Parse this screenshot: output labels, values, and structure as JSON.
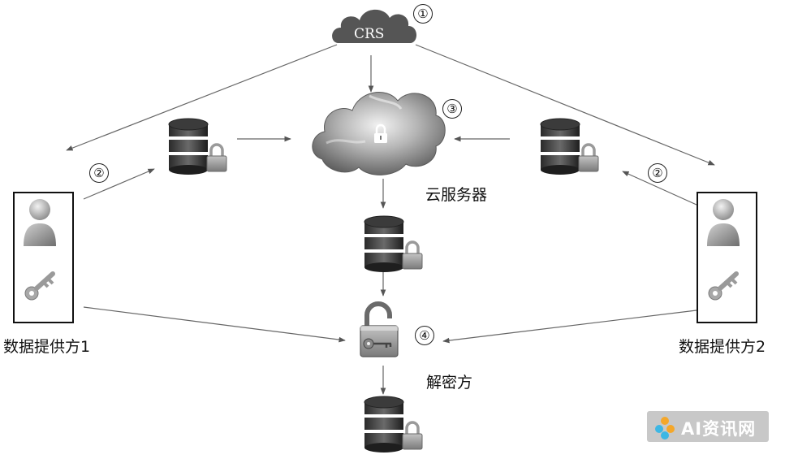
{
  "labels": {
    "crs": "CRS",
    "cloud_server": "云服务器",
    "provider1": "数据提供方1",
    "provider2": "数据提供方2",
    "decryptor": "解密方"
  },
  "steps": {
    "s1": "①",
    "s2_left": "②",
    "s2_right": "②",
    "s3": "③",
    "s4": "④"
  },
  "icons": [
    "cloud-icon",
    "database-icon",
    "padlock-icon",
    "user-icon",
    "key-icon",
    "unlock-key-icon"
  ],
  "watermark": {
    "text": "AI资讯网",
    "bg_color": "#c8c8c8",
    "logo_colors": [
      "#f4a72a",
      "#3db7e4"
    ]
  }
}
